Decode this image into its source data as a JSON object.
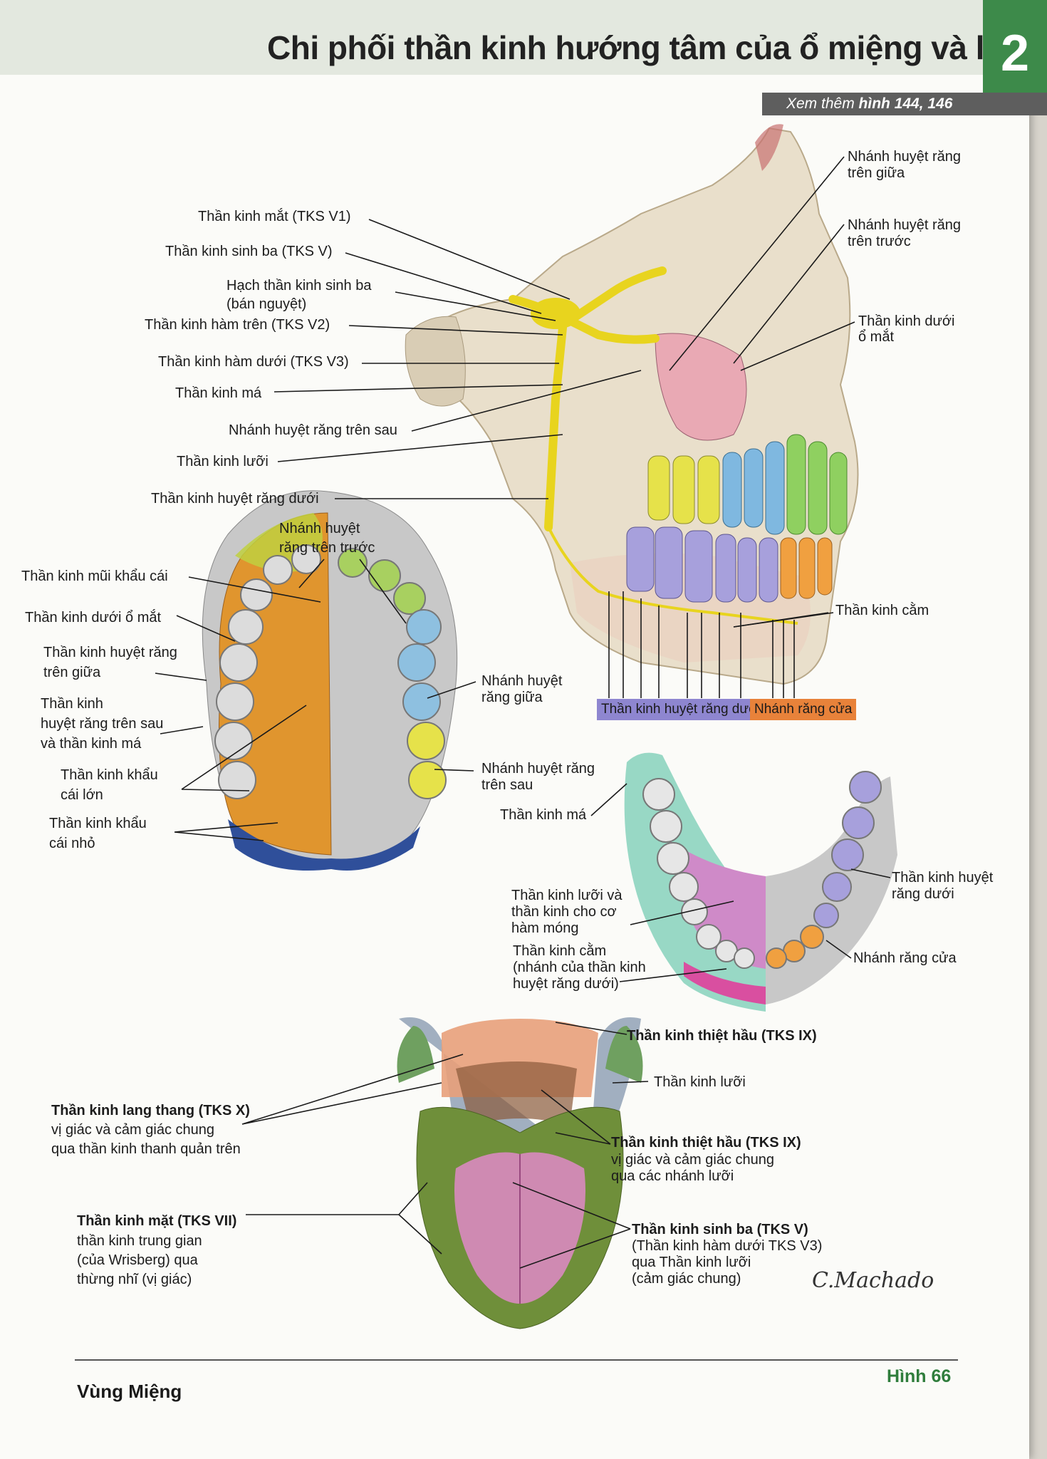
{
  "header": {
    "title": "Chi phối thần kinh hướng tâm của ổ miệng và lưỡi",
    "chapter": "2",
    "see_also_prefix": "Xem thêm ",
    "see_also_refs": "hình 144, 146"
  },
  "skull_labels": {
    "ophthalmic": "Thần kinh mắt (TKS V1)",
    "trigeminal": "Thần kinh sinh ba (TKS V)",
    "ganglion_1": "Hạch thần kinh sinh ba",
    "ganglion_2": "(bán nguyệt)",
    "maxillary": "Thần kinh hàm trên (TKS V2)",
    "mandibular": "Thần kinh hàm dưới (TKS V3)",
    "buccal": "Thần kinh má",
    "posterior_superior_alveolar": "Nhánh huyệt răng trên sau",
    "lingual": "Thần kinh lưỡi",
    "inferior_alveolar": "Thần kinh huyệt răng dưới",
    "middle_superior_alveolar_1": "Nhánh huyệt răng",
    "middle_superior_alveolar_2": "trên giữa",
    "anterior_superior_alveolar_1": "Nhánh huyệt răng",
    "anterior_superior_alveolar_2": "trên trước",
    "infraorbital_1": "Thần kinh dưới",
    "infraorbital_2": "ổ mắt",
    "mental": "Thần kinh cằm"
  },
  "legend": {
    "inferior_alveolar": "Thần kinh huyệt răng dưới",
    "incisive": "Nhánh răng cửa"
  },
  "palate_labels": {
    "anterior_sup_1": "Nhánh huyệt",
    "anterior_sup_2": "răng trên trước",
    "nasopalatine": "Thần kinh mũi khẩu cái",
    "infraorbital": "Thần kinh dưới ổ mắt",
    "middle_sup_1": "Thần kinh huyệt răng",
    "middle_sup_2": "trên giữa",
    "post_sup_1": "Thần kinh",
    "post_sup_2": "huyệt răng trên sau",
    "post_sup_3": "và thần kinh má",
    "greater_palatine_1": "Thần kinh khẩu",
    "greater_palatine_2": "cái lớn",
    "lesser_palatine_1": "Thần kinh khẩu",
    "lesser_palatine_2": "cái nhỏ",
    "middle_branch_1": "Nhánh huyệt",
    "middle_branch_2": "răng giữa",
    "posterior_branch_1": "Nhánh huyệt răng",
    "posterior_branch_2": "trên sau"
  },
  "mandible_labels": {
    "buccal": "Thần kinh má",
    "lingual_1": "Thần kinh lưỡi và",
    "lingual_2": "thần kinh cho cơ",
    "lingual_3": "hàm móng",
    "mental_1": "Thần kinh cằm",
    "mental_2": "(nhánh của thần kinh",
    "mental_3": "huyệt răng dưới)",
    "inferior_alveolar_1": "Thần kinh huyệt",
    "inferior_alveolar_2": "răng dưới",
    "incisive": "Nhánh răng cửa"
  },
  "tongue_labels": {
    "glossopharyngeal_top": "Thần kinh thiệt hầu (TKS IX)",
    "lingual": "Thần kinh lưỡi",
    "vagus_title": "Thần kinh lang thang (TKS X)",
    "vagus_sub_1": "vị giác và cảm giác chung",
    "vagus_sub_2": "qua thần kinh thanh quản trên",
    "glosso_title": "Thần kinh thiệt hầu (TKS IX)",
    "glosso_sub_1": "vị giác và cảm giác chung",
    "glosso_sub_2": "qua các nhánh lưỡi",
    "facial_title": "Thần kinh mặt (TKS VII)",
    "facial_sub_1": "thần kinh trung gian",
    "facial_sub_2": "(của Wrisberg) qua",
    "facial_sub_3": "thừng nhĩ (vị giác)",
    "trig_title": "Thần kinh sinh ba (TKS V)",
    "trig_sub_1": "(Thần kinh hàm dưới TKS V3)",
    "trig_sub_2": "qua Thần kinh lưỡi",
    "trig_sub_3": "(cảm giác chung)"
  },
  "signature": "C.Machado",
  "footer": {
    "section": "Vùng Miệng",
    "figure": "Hình 66"
  },
  "colors": {
    "chapter_green": "#3d8a4a",
    "nerve_yellow": "#e8d41e",
    "tooth_yellow": "#e6e24a",
    "tooth_blue": "#7fb8e0",
    "tooth_green": "#8fd060",
    "tooth_purple": "#a7a0dc",
    "tooth_orange": "#f0a040",
    "legend_purple": "#8e86d0",
    "legend_orange": "#e8823a",
    "tongue_green": "#6f8f3a",
    "tongue_pink": "#d98ac0"
  }
}
